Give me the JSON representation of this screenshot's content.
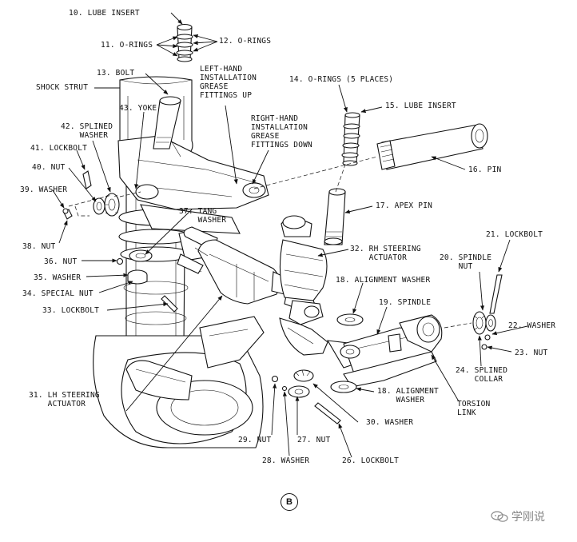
{
  "diagram": {
    "view_marker": "B",
    "watermark": "学刚说",
    "labels": {
      "lube_insert_top": "10. LUBE INSERT",
      "o_rings_11": "11. O-RINGS",
      "o_rings_12": "12. O-RINGS",
      "bolt_13": "13. BOLT",
      "left_hand_grease": "LEFT-HAND\nINSTALLATION\nGREASE\nFITTINGS UP",
      "o_rings_14": "14. O-RINGS (5 PLACES)",
      "shock_strut": "SHOCK STRUT",
      "yoke_43": "43. YOKE",
      "lube_insert_15": "15. LUBE INSERT",
      "right_hand_grease": "RIGHT-HAND\nINSTALLATION\nGREASE\nFITTINGS DOWN",
      "splined_washer_42": "42. SPLINED\n    WASHER",
      "lockbolt_41": "41. LOCKBOLT",
      "pin_16": "16. PIN",
      "nut_40": "40. NUT",
      "washer_39": "39. WASHER",
      "apex_pin_17": "17. APEX PIN",
      "tang_washer_37": "37. TANG\n    WASHER",
      "lockbolt_21": "21. LOCKBOLT",
      "nut_38": "38. NUT",
      "rh_steering_32": "32. RH STEERING\n    ACTUATOR",
      "spindle_nut_20": "20. SPINDLE\n    NUT",
      "nut_36": "36. NUT",
      "washer_35": "35. WASHER",
      "alignment_washer_18a": "18. ALIGNMENT WASHER",
      "special_nut_34": "34. SPECIAL NUT",
      "spindle_19": "19. SPINDLE",
      "lockbolt_33": "33. LOCKBOLT",
      "washer_22": "22. WASHER",
      "nut_23": "23. NUT",
      "splined_collar_24": "24. SPLINED\n    COLLAR",
      "lh_steering_31": "31. LH STEERING\n    ACTUATOR",
      "alignment_washer_18b": "18. ALIGNMENT\n    WASHER",
      "torsion_link": "TORSION\nLINK",
      "washer_30": "30. WASHER",
      "nut_29": "29. NUT",
      "nut_27": "27. NUT",
      "washer_28": "28. WASHER",
      "lockbolt_26": "26. LOCKBOLT"
    }
  }
}
